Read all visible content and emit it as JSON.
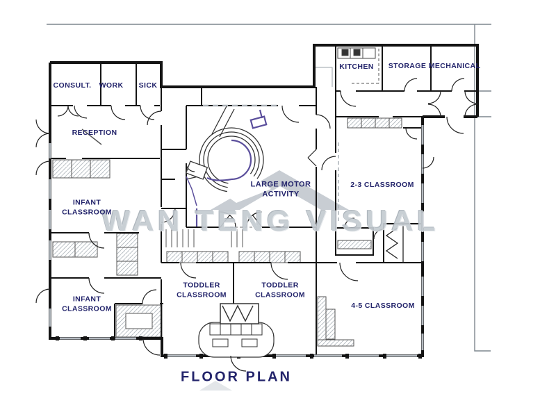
{
  "title": "FLOOR PLAN",
  "watermark": "WAN TENG VISUAL",
  "rooms": {
    "consult": {
      "label": "CONSULT."
    },
    "work": {
      "label": "WORK"
    },
    "sick": {
      "label": "SICK"
    },
    "reception": {
      "label": "RECEPTION"
    },
    "kitchen": {
      "label": "KITCHEN"
    },
    "storage": {
      "label": "STORAGE"
    },
    "mechanical": {
      "label": "MECHANICAL"
    },
    "large_motor": {
      "label": "LARGE MOTOR\nACTIVITY"
    },
    "classroom_2_3": {
      "label": "2-3 CLASSROOM"
    },
    "infant_upper": {
      "label": "INFANT\nCLASSROOM"
    },
    "infant_lower": {
      "label": "INFANT\nCLASSROOM"
    },
    "toddler_left": {
      "label": "TODDLER\nCLASSROOM"
    },
    "toddler_right": {
      "label": "TODDLER\nCLASSROOM"
    },
    "classroom_4_5": {
      "label": "4-5 CLASSROOM"
    }
  },
  "colors": {
    "label_text": "#23246b",
    "wall": "#141414",
    "play_accent": "#5b4f9c",
    "watermark": "#c4cbd1",
    "window": "#b4bac0"
  }
}
